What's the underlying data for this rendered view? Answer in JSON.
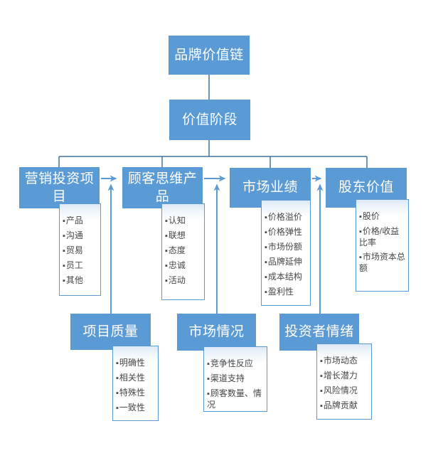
{
  "diagram": {
    "title": "品牌价值链",
    "stage_label": "价值阶段"
  },
  "stages": [
    {
      "label": "营销投资项目",
      "items": [
        "产品",
        "沟通",
        "贸易",
        "员工",
        "其他"
      ]
    },
    {
      "label": "顾客思维产品",
      "items": [
        "认知",
        "联想",
        "态度",
        "忠诚",
        "活动"
      ]
    },
    {
      "label": "市场业绩",
      "items": [
        "价格溢价",
        "价格弹性",
        "市场份额",
        "品牌延伸",
        "成本结构",
        "盈利性"
      ]
    },
    {
      "label": "股东价值",
      "items": [
        "股价",
        "价格/收益比率",
        "市场资本总额"
      ]
    }
  ],
  "moderators": [
    {
      "label": "项目质量",
      "items": [
        "明确性",
        "相关性",
        "特殊性",
        "一致性"
      ]
    },
    {
      "label": "市场情况",
      "items": [
        "竞争性反应",
        "渠道支持",
        "顾客数量、情况"
      ]
    },
    {
      "label": "投资者情绪",
      "items": [
        "市场动态",
        "增长潜力",
        "风险情况",
        "品牌贡献"
      ]
    }
  ],
  "colors": {
    "node_fill": "#5b9bd5",
    "node_text": "#ffffff",
    "connector": "#41719c",
    "arrow": "#5b9bd5",
    "list_border": "#5b9bd5",
    "list_text": "#474747",
    "background": "#ffffff"
  }
}
